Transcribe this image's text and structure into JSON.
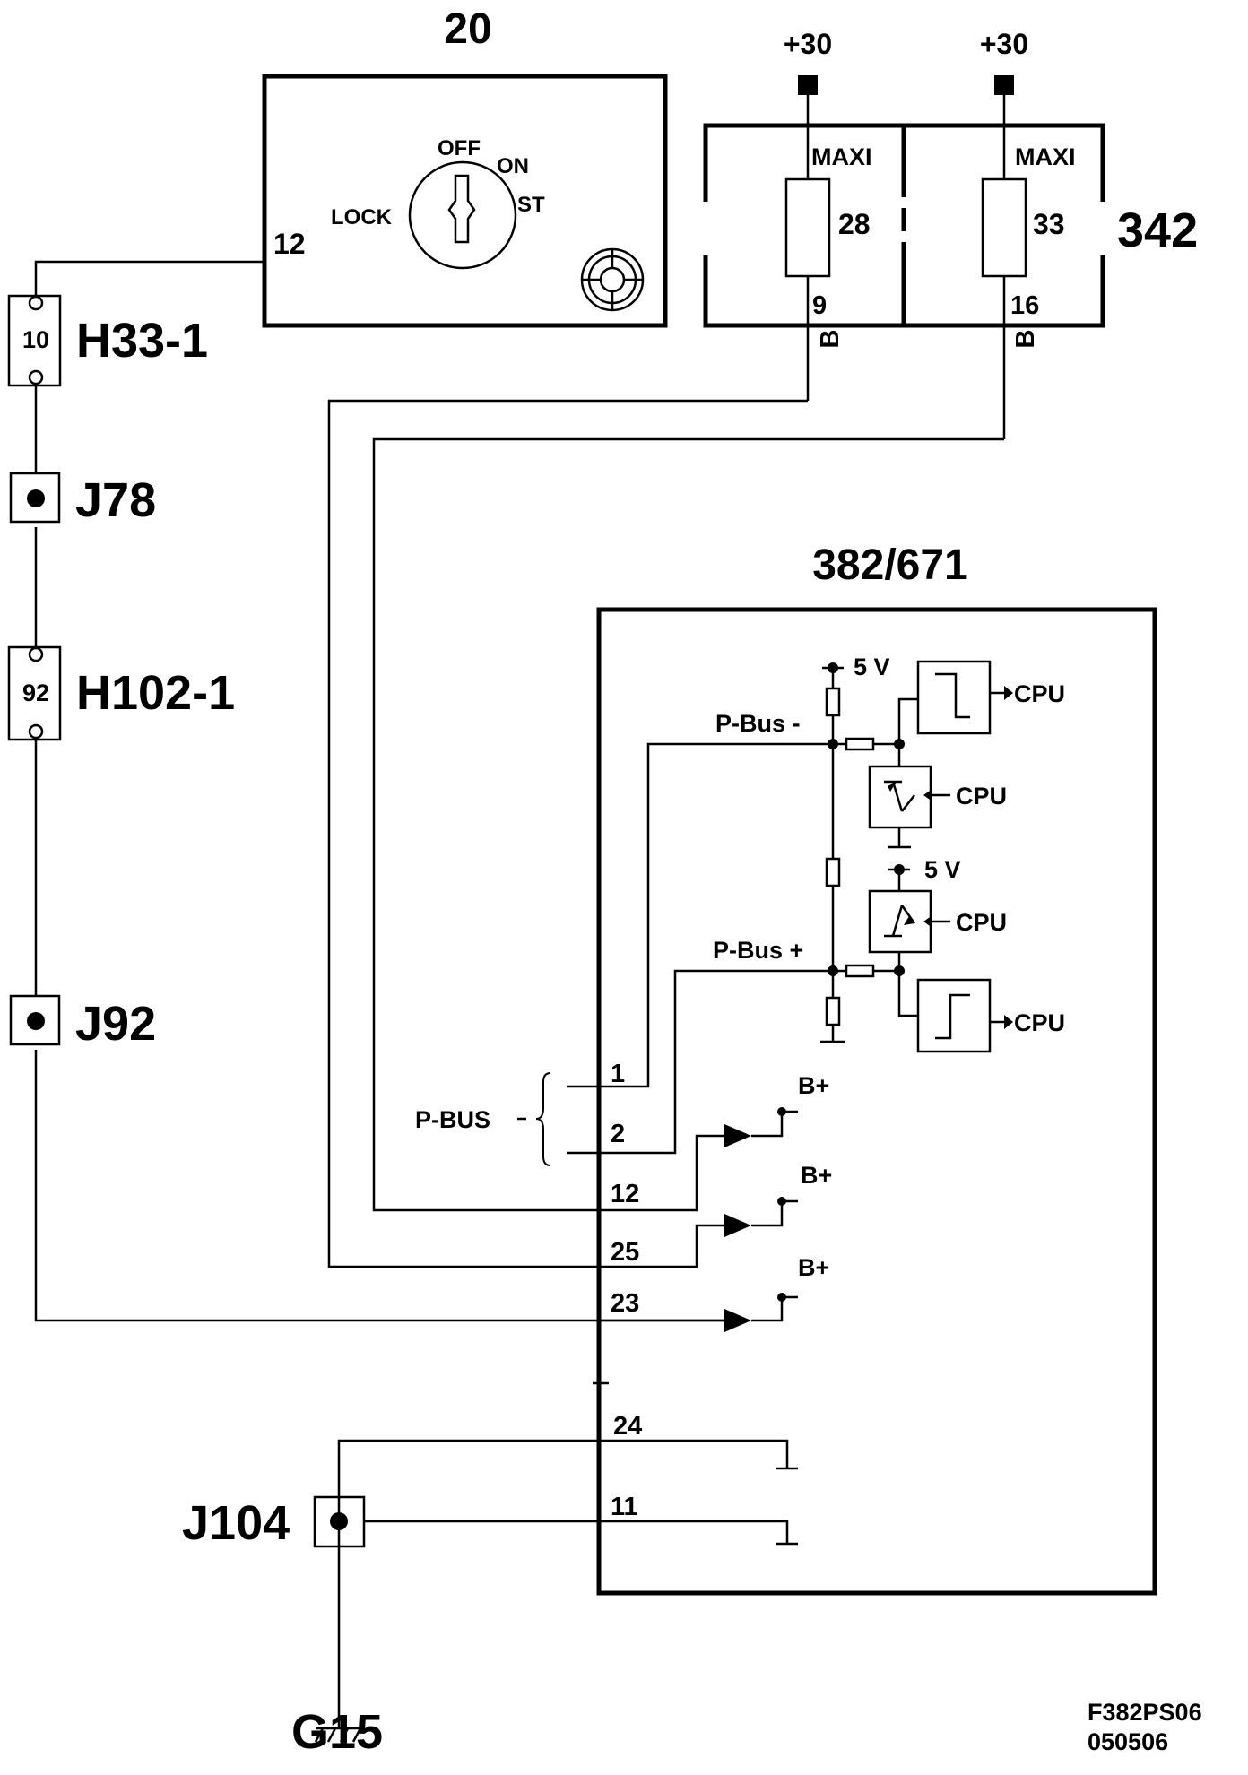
{
  "components": {
    "ignition_switch": {
      "number": "20",
      "pin": "12",
      "positions": {
        "lock": "LOCK",
        "off": "OFF",
        "on": "ON",
        "st": "ST"
      }
    },
    "fuse_box": {
      "number": "342",
      "supply_left": "+30",
      "supply_right": "+30",
      "fuses": [
        {
          "type": "MAXI",
          "number": "28",
          "pin": "9",
          "wire_color": "B"
        },
        {
          "type": "MAXI",
          "number": "33",
          "pin": "16",
          "wire_color": "B"
        }
      ]
    },
    "connectors": {
      "h33": {
        "name": "H33-1",
        "pin": "10"
      },
      "h102": {
        "name": "H102-1",
        "pin": "92"
      }
    },
    "junctions": {
      "j78": "J78",
      "j92": "J92",
      "j104": "J104"
    },
    "ground": "G15",
    "control_unit": {
      "number": "382/671",
      "supply_5v": "5 V",
      "bus_minus": "P-Bus -",
      "bus_plus": "P-Bus +",
      "cpu": "CPU",
      "bus_group": "P-BUS",
      "bplus": "B+",
      "pins": [
        "1",
        "2",
        "12",
        "25",
        "23",
        "24",
        "11"
      ]
    }
  },
  "footer": {
    "code": "F382PS06",
    "date": "050506"
  }
}
